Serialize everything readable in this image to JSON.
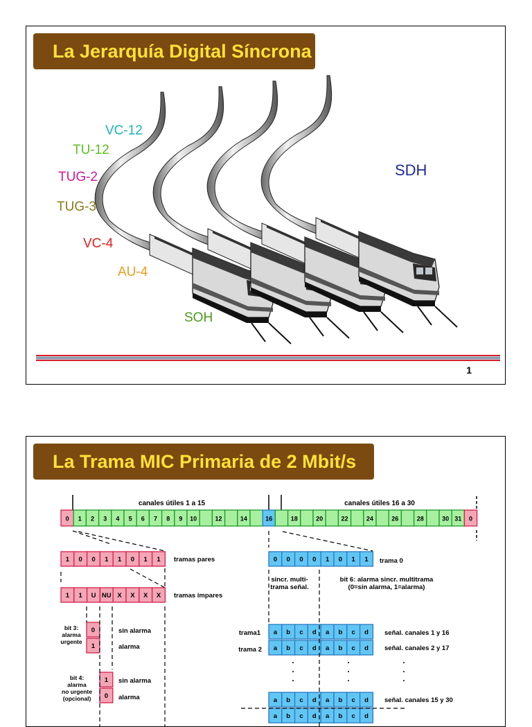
{
  "slide1": {
    "title": "La Jerarquía Digital Síncrona",
    "labels": [
      {
        "text": "VC-12",
        "color": "#1bb5b5"
      },
      {
        "text": "TU-12",
        "color": "#5cbf1c"
      },
      {
        "text": "TUG-2",
        "color": "#d0189a"
      },
      {
        "text": "TUG-3",
        "color": "#8a7a1a"
      },
      {
        "text": "VC-4",
        "color": "#e0201e"
      },
      {
        "text": "AU-4",
        "color": "#f09a1a"
      },
      {
        "text": "SOH",
        "color": "#4a9a1a"
      },
      {
        "text": "SDH",
        "color": "#1a2a9a"
      }
    ],
    "page_number": "1"
  },
  "slide2": {
    "title": "La Trama MIC Primaria de 2 Mbit/s",
    "header_left": "canales útiles 1 a 15",
    "header_right": "canales útiles 16 a 30",
    "channel_cells": [
      "0",
      "1",
      "2",
      "3",
      "4",
      "5",
      "6",
      "7",
      "8",
      "9",
      "10",
      "",
      "12",
      "",
      "14",
      "",
      "16",
      "",
      "18",
      "",
      "20",
      "",
      "22",
      "",
      "24",
      "",
      "26",
      "",
      "28",
      "",
      "30",
      "31",
      "0"
    ],
    "even_frames": {
      "bits": [
        "1",
        "0",
        "0",
        "1",
        "1",
        "0",
        "1",
        "1"
      ],
      "label": "tramas pares"
    },
    "odd_frames": {
      "bits": [
        "1",
        "1",
        "U",
        "NU",
        "X",
        "X",
        "X",
        "X"
      ],
      "label": "tramas impares"
    },
    "frame0": {
      "bits": [
        "0",
        "0",
        "0",
        "0",
        "1",
        "0",
        "1",
        "1"
      ],
      "label": "trama 0"
    },
    "note_sync": [
      "sincr. multi-",
      "trama señal."
    ],
    "note_bit6": [
      "bit 6: alarma sincr. multitrama",
      "(0=sin alarma, 1=alarma)"
    ],
    "bit3": {
      "label": [
        "bit 3:",
        "alarma",
        "urgente"
      ],
      "values": [
        "0",
        "1"
      ],
      "texts": [
        "sin alarma",
        "alarma"
      ]
    },
    "bit4": {
      "label": [
        "bit 4:",
        "alarma",
        "no urgente",
        "(opcional)"
      ],
      "values": [
        "1",
        "0"
      ],
      "texts": [
        "sin alarma",
        "alarma"
      ]
    },
    "signal_rows": [
      {
        "label": "trama1",
        "bits": [
          "a",
          "b",
          "c",
          "d",
          "a",
          "b",
          "c",
          "d"
        ],
        "text": "señal. canales 1 y 16"
      },
      {
        "label": "trama 2",
        "bits": [
          "a",
          "b",
          "c",
          "d",
          "a",
          "b",
          "c",
          "d"
        ],
        "text": "señal. canales 2 y 17"
      },
      {
        "label": "",
        "bits": [
          "a",
          "b",
          "c",
          "d",
          "a",
          "b",
          "c",
          "d"
        ],
        "text": "señal. canales 15 y 30"
      }
    ],
    "colors": {
      "green": "#a8f0a0",
      "pink": "#f4a6b6",
      "blue": "#62c6f4",
      "red_border": "#d4204a"
    }
  }
}
